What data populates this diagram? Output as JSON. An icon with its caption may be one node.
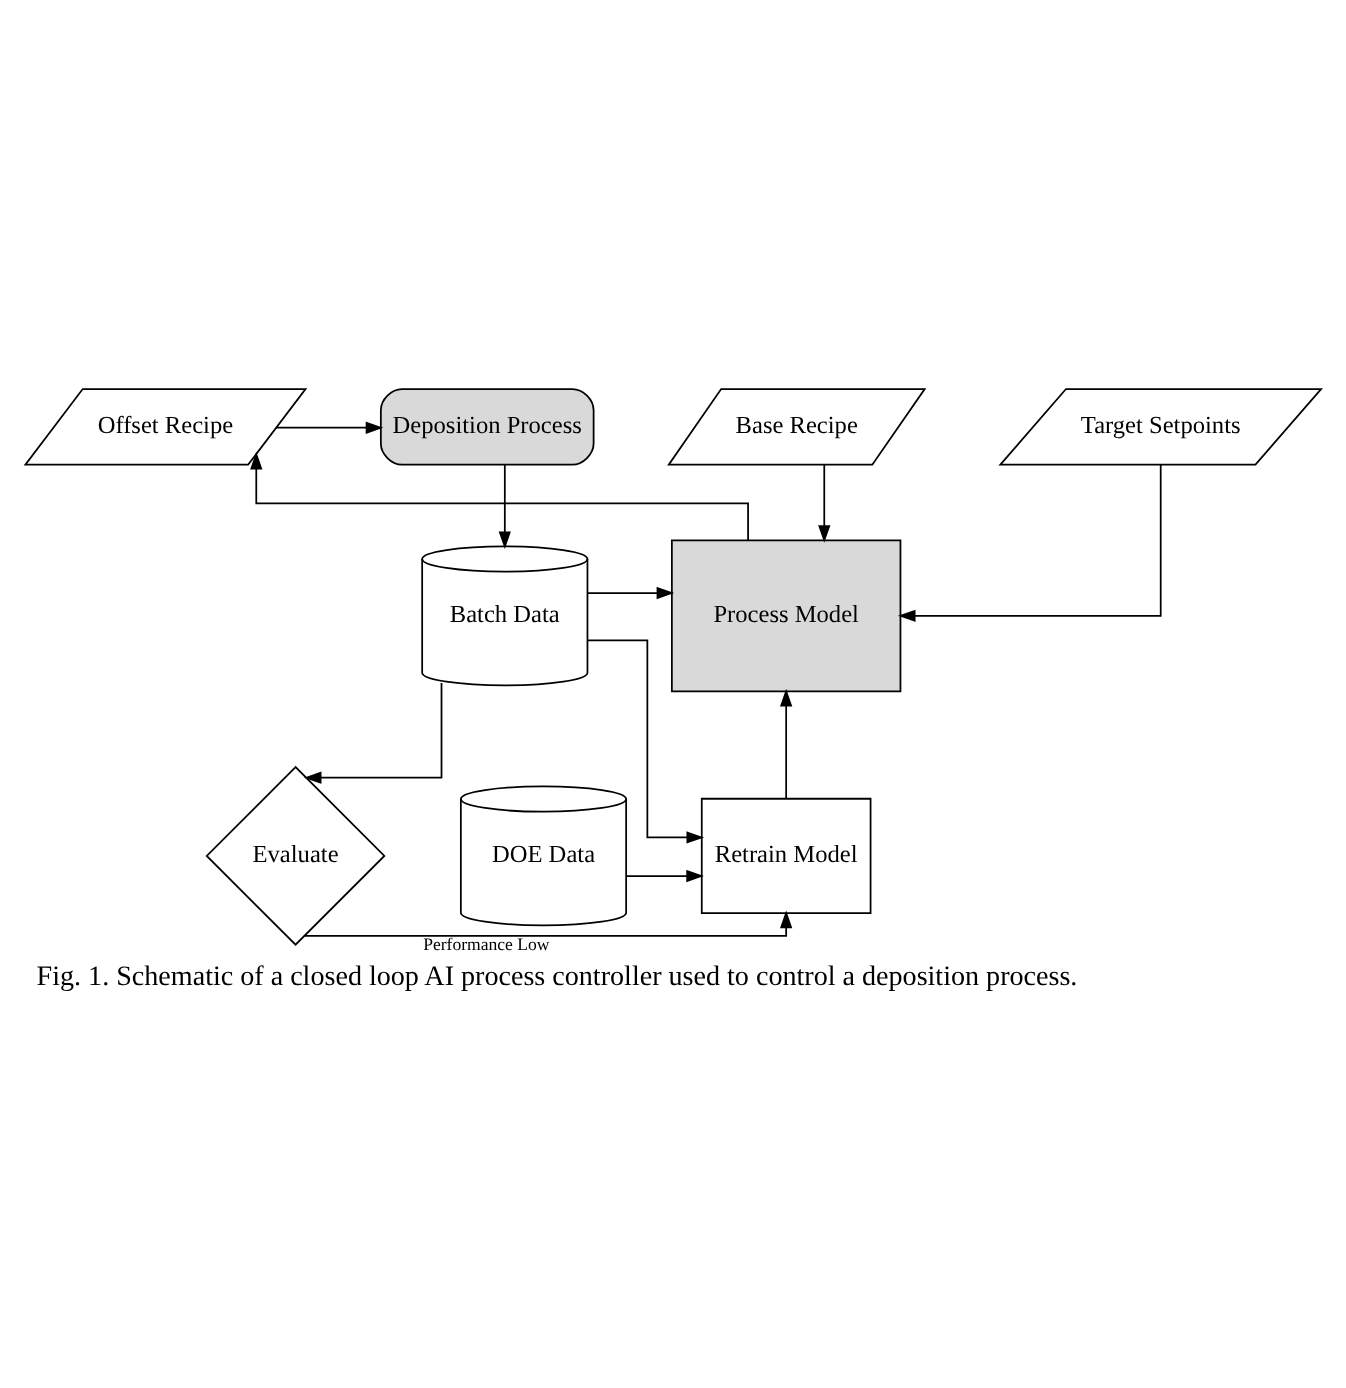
{
  "diagram": {
    "caption": "Fig. 1. Schematic of a closed loop AI process controller used to control a deposition process.",
    "nodes": [
      {
        "text": [
          "Offset Recipe"
        ]
      },
      {
        "text": [
          "Deposition Process"
        ]
      },
      {
        "text": [
          "Base Recipe"
        ]
      },
      {
        "text": [
          "Target Setpoints"
        ]
      },
      {
        "text": [
          "Process Model"
        ]
      },
      {
        "text": [
          "Batch Data"
        ]
      },
      {
        "text": [
          "DOE Data"
        ]
      },
      {
        "text": [
          "Retrain Model"
        ]
      },
      {
        "text": [
          "Evaluate"
        ]
      }
    ],
    "edges": [
      {
        "from": 0,
        "to": 1,
        "arrow": "to"
      },
      {
        "from": 1,
        "to": 5,
        "arrow": "to"
      },
      {
        "from": 2,
        "to": 4,
        "arrow": "to"
      },
      {
        "from": 3,
        "to": 4,
        "arrow": "to"
      },
      {
        "from": 5,
        "to": 4,
        "arrow": "to"
      },
      {
        "from": 4,
        "to": 0,
        "arrow": "to"
      },
      {
        "from": 5,
        "to": 7,
        "arrow": "to"
      },
      {
        "from": 5,
        "to": 8,
        "arrow": "to"
      },
      {
        "from": 8,
        "to": 7,
        "arrow": "to",
        "label": "Performance Low"
      },
      {
        "from": 7,
        "to": 4,
        "arrow": "to"
      },
      {
        "from": 6,
        "to": 7,
        "arrow": "to"
      }
    ]
  }
}
